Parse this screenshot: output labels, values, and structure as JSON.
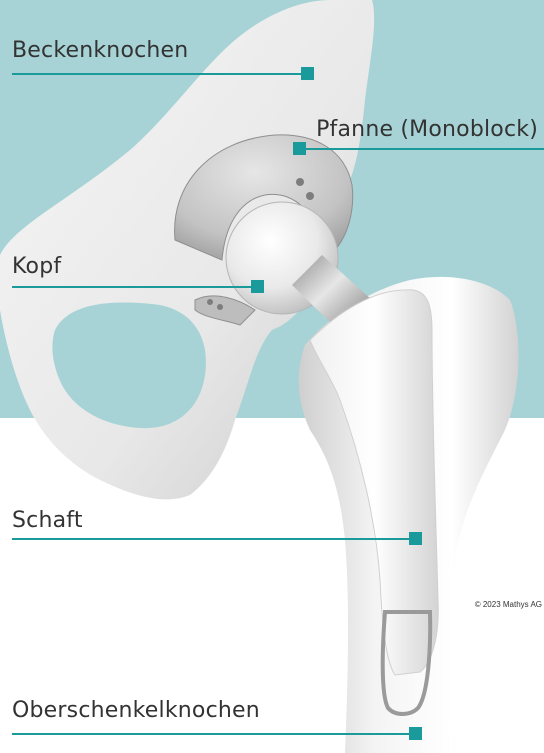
{
  "labels": {
    "beckenknochen": "Beckenknochen",
    "pfanne": "Pfanne (Monoblock)",
    "kopf": "Kopf",
    "schaft": "Schaft",
    "oberschenkelknochen": "Oberschenkelknochen"
  },
  "copyright": "© 2023 Mathys AG",
  "colors": {
    "accent": "#1a9a9b",
    "background_top": "#a7d3d6",
    "background_bottom": "#ffffff",
    "text": "#333333"
  }
}
